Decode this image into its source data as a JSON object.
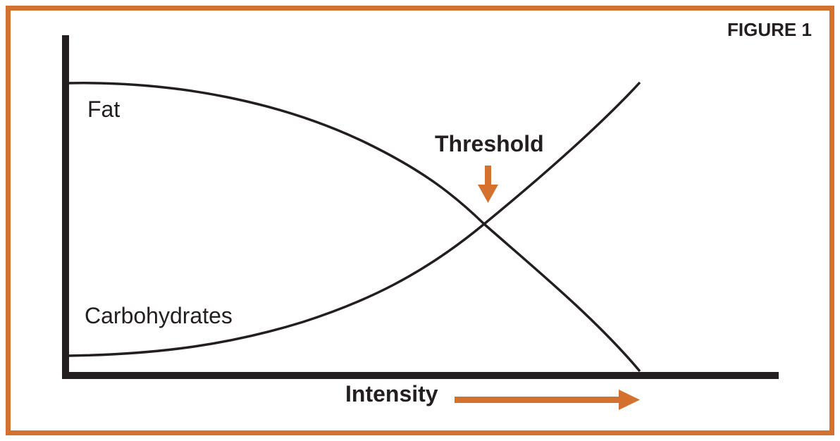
{
  "figure": {
    "label": "FIGURE 1",
    "threshold_label": "Threshold",
    "x_axis_label": "Intensity",
    "series_labels": {
      "fat": "Fat",
      "carbohydrates": "Carbohydrates"
    }
  },
  "colors": {
    "accent_orange": "#d4712e",
    "ink_black": "#231f20",
    "background": "#ffffff"
  },
  "chart_data": {
    "type": "line",
    "title": "FIGURE 1",
    "xlabel": "Intensity",
    "ylabel": "",
    "x": [
      0,
      10,
      20,
      30,
      40,
      50,
      60,
      70,
      73,
      80,
      90,
      100
    ],
    "x_units": "relative exercise intensity (%, unlabeled axis)",
    "series": [
      {
        "name": "Fat",
        "values": [
          86,
          85,
          84,
          81,
          77,
          70,
          60,
          48,
          44,
          33,
          19,
          0
        ]
      },
      {
        "name": "Carbohydrates",
        "values": [
          5,
          5,
          6,
          8,
          12,
          18,
          26,
          38,
          44,
          56,
          73,
          86
        ]
      }
    ],
    "annotations": [
      {
        "text": "Threshold",
        "note": "orange down-arrow marking the crossover of the two curves",
        "x": 73,
        "y": 44
      }
    ],
    "axis_ranges": {
      "x": [
        0,
        100
      ],
      "y": [
        0,
        100
      ]
    },
    "grid": false,
    "legend_position": "labels drawn next to curves (Fat upper-left, Carbohydrates lower-left)"
  }
}
